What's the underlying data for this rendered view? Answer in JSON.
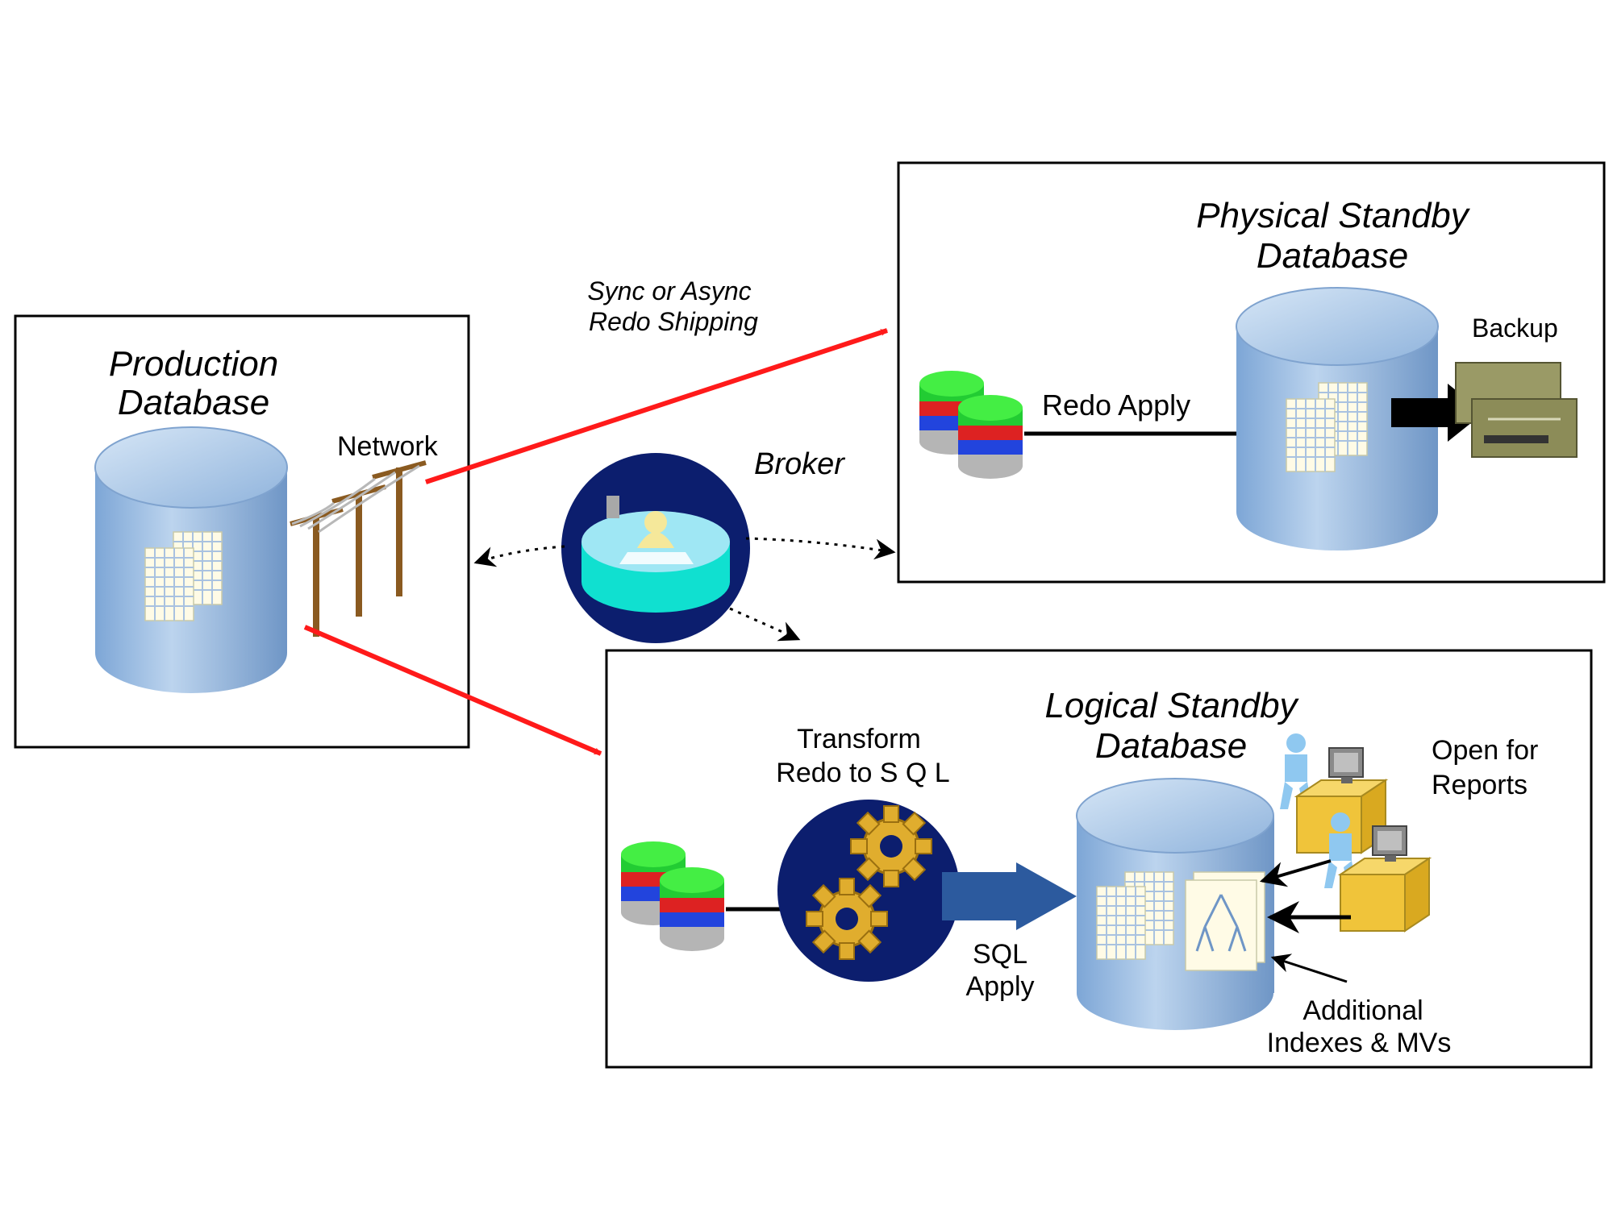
{
  "production": {
    "line1": "Production",
    "line2": "Database",
    "network_label": "Network"
  },
  "shipping": {
    "line1": "Sync or Async",
    "line2": "Redo Shipping"
  },
  "broker": {
    "label": "Broker"
  },
  "physical": {
    "line1": "Physical Standby",
    "line2": "Database",
    "redo_apply": "Redo Apply",
    "backup": "Backup"
  },
  "logical": {
    "line1": "Logical Standby",
    "line2": "Database",
    "transform_line1": "Transform",
    "transform_line2": "Redo to S Q L",
    "sql_line1": "SQL",
    "sql_line2": "Apply",
    "reports_line1": "Open for",
    "reports_line2": "Reports",
    "indexes_line1": "Additional",
    "indexes_line2": "Indexes & MVs"
  },
  "colors": {
    "redo": "#ff1a1a",
    "cylinder": "#8cb4de",
    "broker_bg": "#0c1e6e",
    "gear": "#e0ad2e",
    "backup": "#8c8c58"
  }
}
